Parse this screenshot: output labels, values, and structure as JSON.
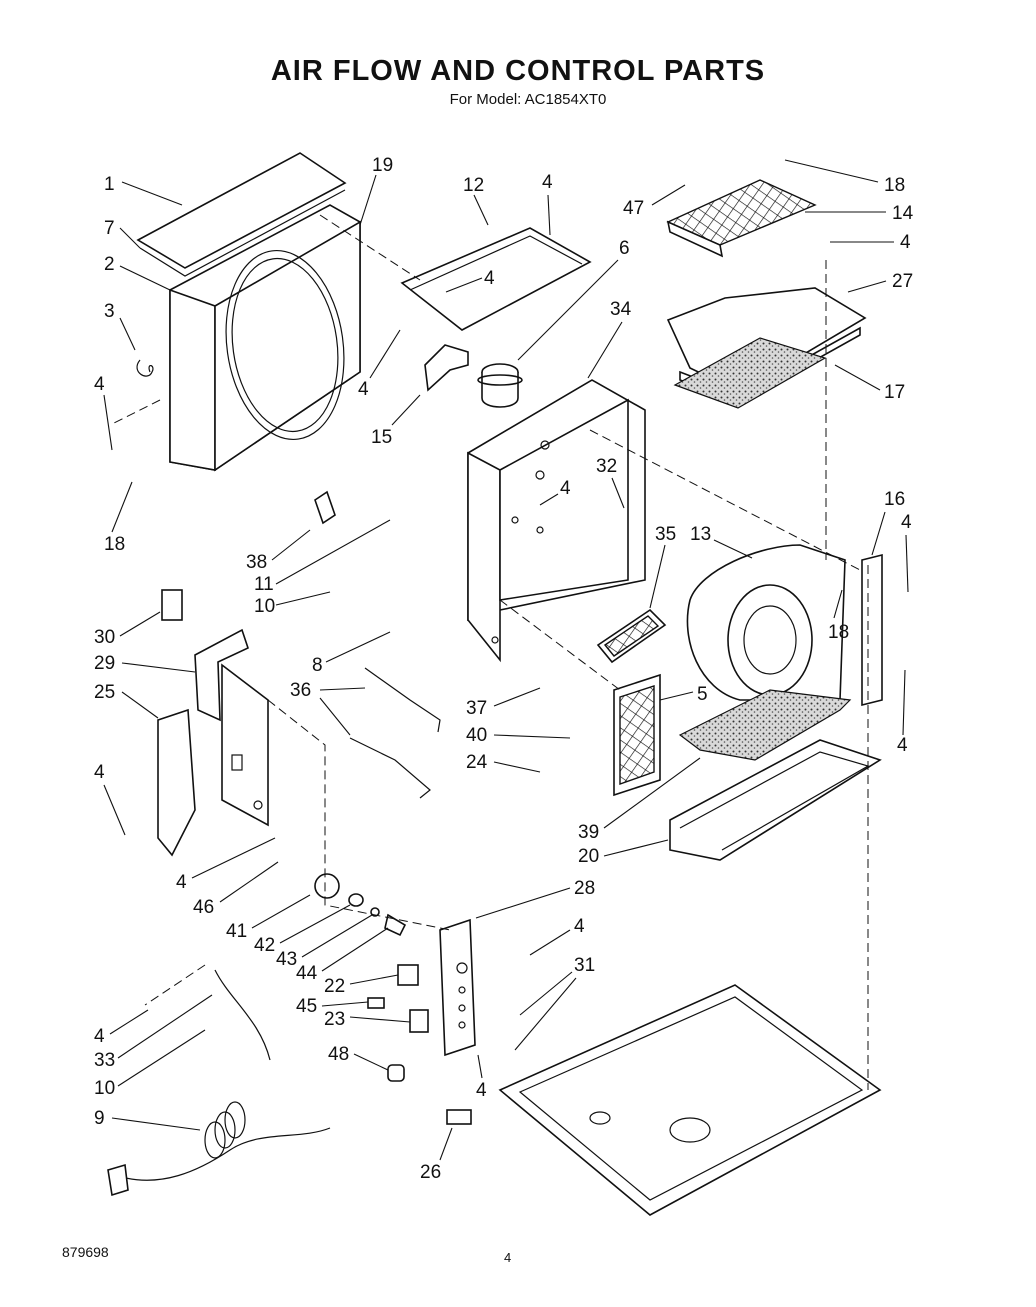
{
  "title": "AIR FLOW AND CONTROL PARTS",
  "subtitle": "For Model: AC1854XT0",
  "document_number": "879698",
  "page_number": "4",
  "callouts": [
    "1",
    "7",
    "2",
    "3",
    "4",
    "18",
    "19",
    "12",
    "4",
    "4",
    "6",
    "34",
    "15",
    "4",
    "47",
    "18",
    "14",
    "4",
    "27",
    "17",
    "32",
    "4",
    "35",
    "13",
    "16",
    "4",
    "18",
    "38",
    "11",
    "10",
    "30",
    "29",
    "8",
    "36",
    "37",
    "5",
    "4",
    "25",
    "40",
    "24",
    "4",
    "39",
    "20",
    "4",
    "46",
    "41",
    "42",
    "43",
    "44",
    "28",
    "4",
    "22",
    "31",
    "45",
    "23",
    "4",
    "48",
    "4",
    "33",
    "10",
    "9",
    "26"
  ]
}
